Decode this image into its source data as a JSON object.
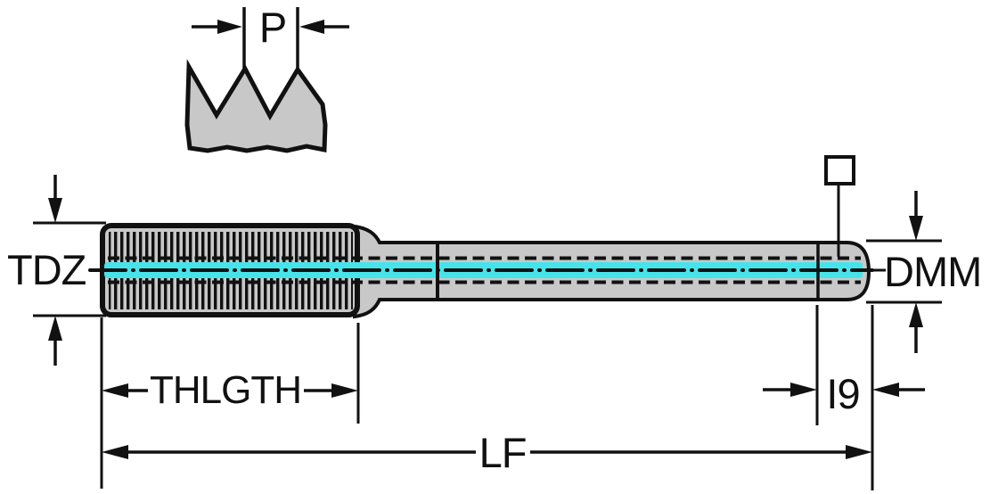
{
  "diagram": {
    "type": "technical-drawing",
    "subject": "Thread tap dimensional drawing with pitch detail",
    "labels": {
      "pitch": "P",
      "thread_diameter": "TDZ",
      "shank_diameter": "DMM",
      "thread_length": "THLGTH",
      "overall_length": "LF",
      "square_length": "I9"
    },
    "icons": {
      "square_drive": "square-drive-icon"
    },
    "colors": {
      "background": "#ffffff",
      "body_fill": "#c8c8c8",
      "line": "#111111",
      "centerline_highlight": "#46e4ea"
    }
  }
}
